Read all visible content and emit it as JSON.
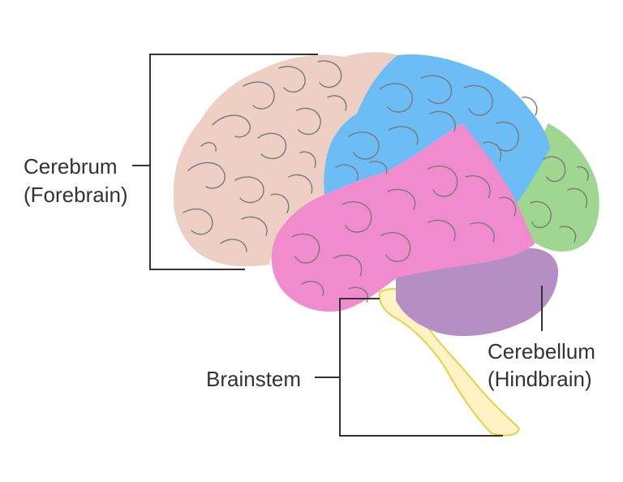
{
  "labels": {
    "cerebrum_line1": "Cerebrum",
    "cerebrum_line2": "(Forebrain)",
    "cerebellum_line1": "Cerebellum",
    "cerebellum_line2": "(Hindbrain)",
    "brainstem": "Brainstem"
  },
  "colors": {
    "frontal": "#edd0c3",
    "parietal": "#6cbcf5",
    "temporal": "#f08ccd",
    "occipital": "#9fd790",
    "cerebellum": "#b58fc4",
    "brainstem": "#fff3c6",
    "brainstem_outline": "#e8cf45",
    "text": "#333333"
  }
}
